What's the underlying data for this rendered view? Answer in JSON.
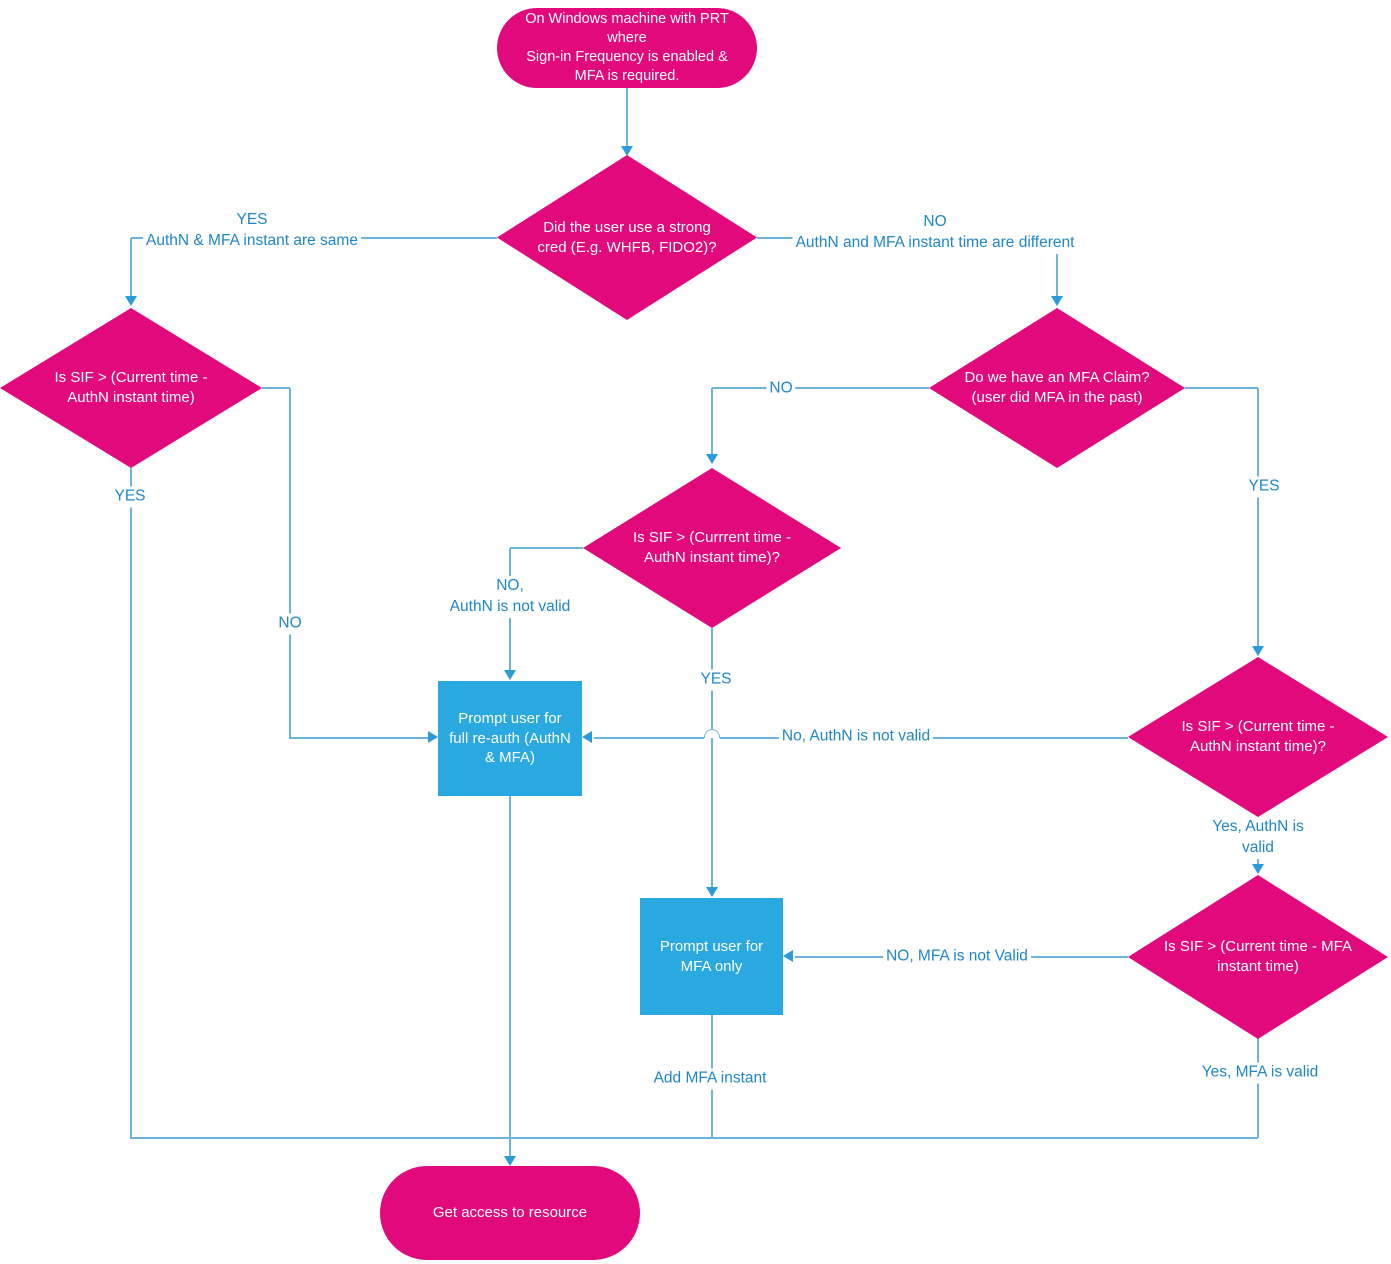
{
  "colors": {
    "pink": "#E2097C",
    "blue": "#29A9E0",
    "line": "#6AB4DF",
    "arrow": "#2B9CD8",
    "label_text": "#1F86C8"
  },
  "nodes": {
    "start": "On Windows machine with PRT\nwhere\nSign-in Frequency is enabled &\nMFA is required.",
    "strong_cred": "Did the user use a strong\ncred (E.g. WHFB, FIDO2)?",
    "sif_authn_left": "Is SIF > (Current time -\nAuthN instant time)",
    "mfa_claim": "Do we have an MFA Claim?\n(user did MFA in the past)",
    "sif_authn_mid": "Is SIF > (Currrent time -\nAuthN instant time)?",
    "sif_authn_right": "Is SIF > (Current time -\nAuthN instant time)?",
    "sif_mfa": "Is SIF > (Current time - MFA\ninstant time)",
    "prompt_full_reauth": "Prompt user for\nfull re-auth (AuthN\n& MFA)",
    "prompt_mfa_only": "Prompt user for\nMFA only",
    "end": "Get access to resource"
  },
  "labels": {
    "yes_same": "YES\nAuthN & MFA instant are same",
    "no_different": "NO\nAuthN and MFA instant time are different",
    "yes_left": "YES",
    "no_left": "NO",
    "no_claim": "NO",
    "yes_claim": "YES",
    "no_authn_not_valid_mid": "NO,\nAuthN is not valid",
    "yes_mid": "YES",
    "no_authn_not_valid_right": "No, AuthN is not valid",
    "yes_authn_valid": "Yes, AuthN is valid",
    "no_mfa_not_valid": "NO, MFA is not Valid",
    "add_mfa_instant": "Add MFA instant",
    "yes_mfa_valid": "Yes, MFA is valid"
  }
}
